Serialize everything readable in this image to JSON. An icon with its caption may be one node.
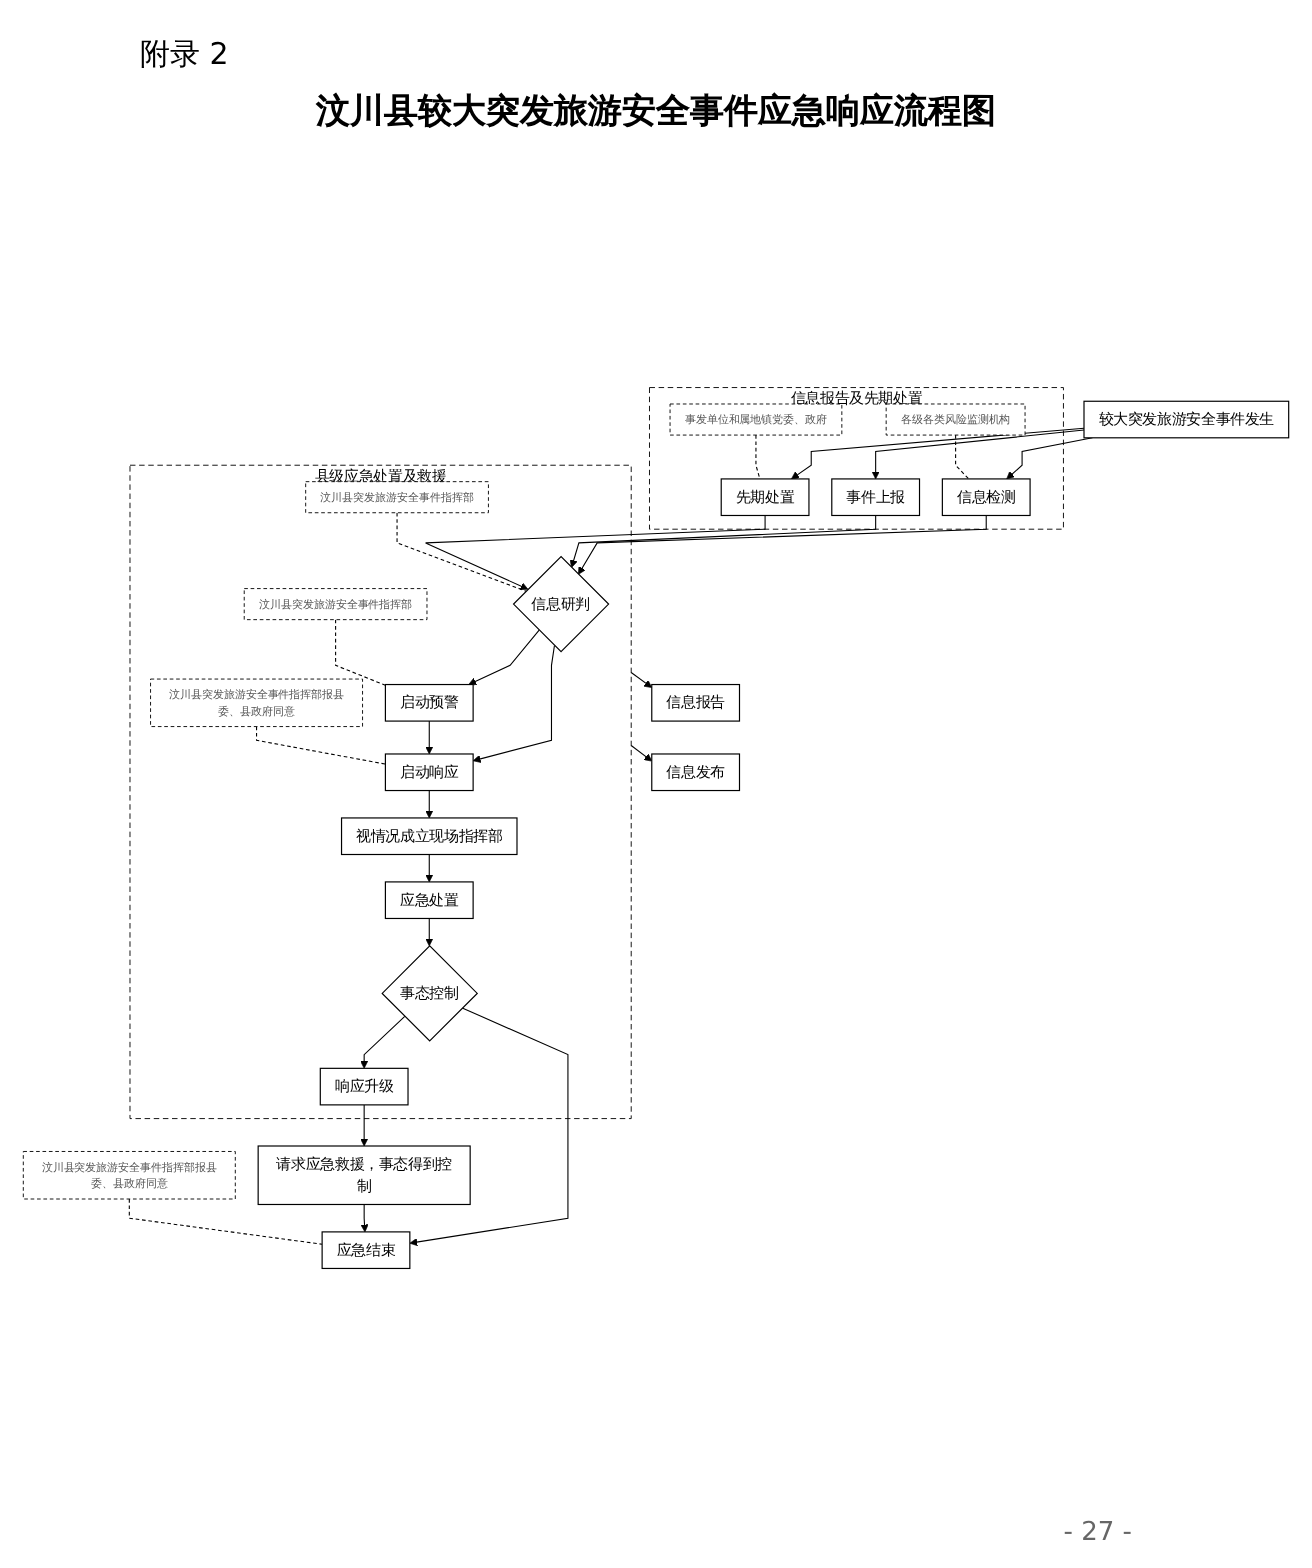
{
  "diagram": {
    "title": "汶川县较大突发旅游安全事件应急响应流程图",
    "nodes": [
      {
        "text": [
          "较大突发旅游安全事件发生"
        ]
      },
      {
        "text": [
          "信息报告及先期处置"
        ]
      },
      {
        "text": [
          "信息检测"
        ],
        "in": 1
      },
      {
        "text": [
          "事件上报"
        ],
        "in": 1
      },
      {
        "text": [
          "先期处置"
        ],
        "in": 1
      },
      {
        "text": [
          "各级各类风险监测机构"
        ],
        "in": 1
      },
      {
        "text": [
          "事发单位和属地镇党委、政府"
        ],
        "in": 1
      },
      {
        "text": [
          "县级应急处置及救援"
        ]
      },
      {
        "text": [
          "信息研判"
        ],
        "in": 7
      },
      {
        "text": [
          "汶川县突发旅游安全事件指挥部"
        ],
        "in": 7
      },
      {
        "text": [
          "启动预警"
        ],
        "in": 7
      },
      {
        "text": [
          "汶川县突发旅游安全事件指挥部"
        ],
        "in": 7
      },
      {
        "text": [
          "启动响应"
        ],
        "in": 7
      },
      {
        "text": [
          "汶川县突发旅游安全事件指挥部报县委、县政府同意"
        ],
        "in": 7
      },
      {
        "text": [
          "视情况成立现场指挥部"
        ],
        "in": 7
      },
      {
        "text": [
          "应急处置"
        ],
        "in": 7
      },
      {
        "text": [
          "事态控制"
        ],
        "in": 7
      },
      {
        "text": [
          "响应升级"
        ],
        "in": 7
      },
      {
        "text": [
          "信息报告"
        ]
      },
      {
        "text": [
          "信息发布"
        ]
      },
      {
        "text": [
          "请求应急救援，事态得到控制"
        ]
      },
      {
        "text": [
          "应急结束"
        ]
      },
      {
        "text": [
          "汶川县突发旅游安全事件指挥部报县委、县政府同意"
        ]
      }
    ],
    "edges": [
      {
        "from": 0,
        "to": 2,
        "arrow": "to"
      },
      {
        "from": 0,
        "to": 3,
        "arrow": "to"
      },
      {
        "from": 0,
        "to": 4,
        "arrow": "to"
      },
      {
        "from": 5,
        "to": 2,
        "arrow": "none",
        "style": "dashed"
      },
      {
        "from": 6,
        "to": 4,
        "arrow": "none",
        "style": "dashed"
      },
      {
        "from": 2,
        "to": 8,
        "arrow": "to"
      },
      {
        "from": 3,
        "to": 8,
        "arrow": "to"
      },
      {
        "from": 4,
        "to": 8,
        "arrow": "to"
      },
      {
        "from": 9,
        "to": 8,
        "arrow": "none",
        "style": "dashed"
      },
      {
        "from": 8,
        "to": 10,
        "arrow": "to"
      },
      {
        "from": 8,
        "to": 12,
        "arrow": "to"
      },
      {
        "from": 11,
        "to": 10,
        "arrow": "none",
        "style": "dashed"
      },
      {
        "from": 10,
        "to": 12,
        "arrow": "to"
      },
      {
        "from": 13,
        "to": 12,
        "arrow": "none",
        "style": "dashed"
      },
      {
        "from": 12,
        "to": 14,
        "arrow": "to"
      },
      {
        "from": 14,
        "to": 15,
        "arrow": "to"
      },
      {
        "from": 15,
        "to": 16,
        "arrow": "to"
      },
      {
        "from": 16,
        "to": 17,
        "arrow": "to"
      },
      {
        "from": 7,
        "to": 18,
        "arrow": "to"
      },
      {
        "from": 7,
        "to": 19,
        "arrow": "to"
      },
      {
        "from": 17,
        "to": 20,
        "arrow": "to"
      },
      {
        "from": 16,
        "to": 21,
        "arrow": "to"
      },
      {
        "from": 20,
        "to": 21,
        "arrow": "to"
      },
      {
        "from": 22,
        "to": 21,
        "arrow": "none",
        "style": "dashed"
      }
    ],
    "labels": [
      "附录 2",
      "- 27 -"
    ]
  }
}
